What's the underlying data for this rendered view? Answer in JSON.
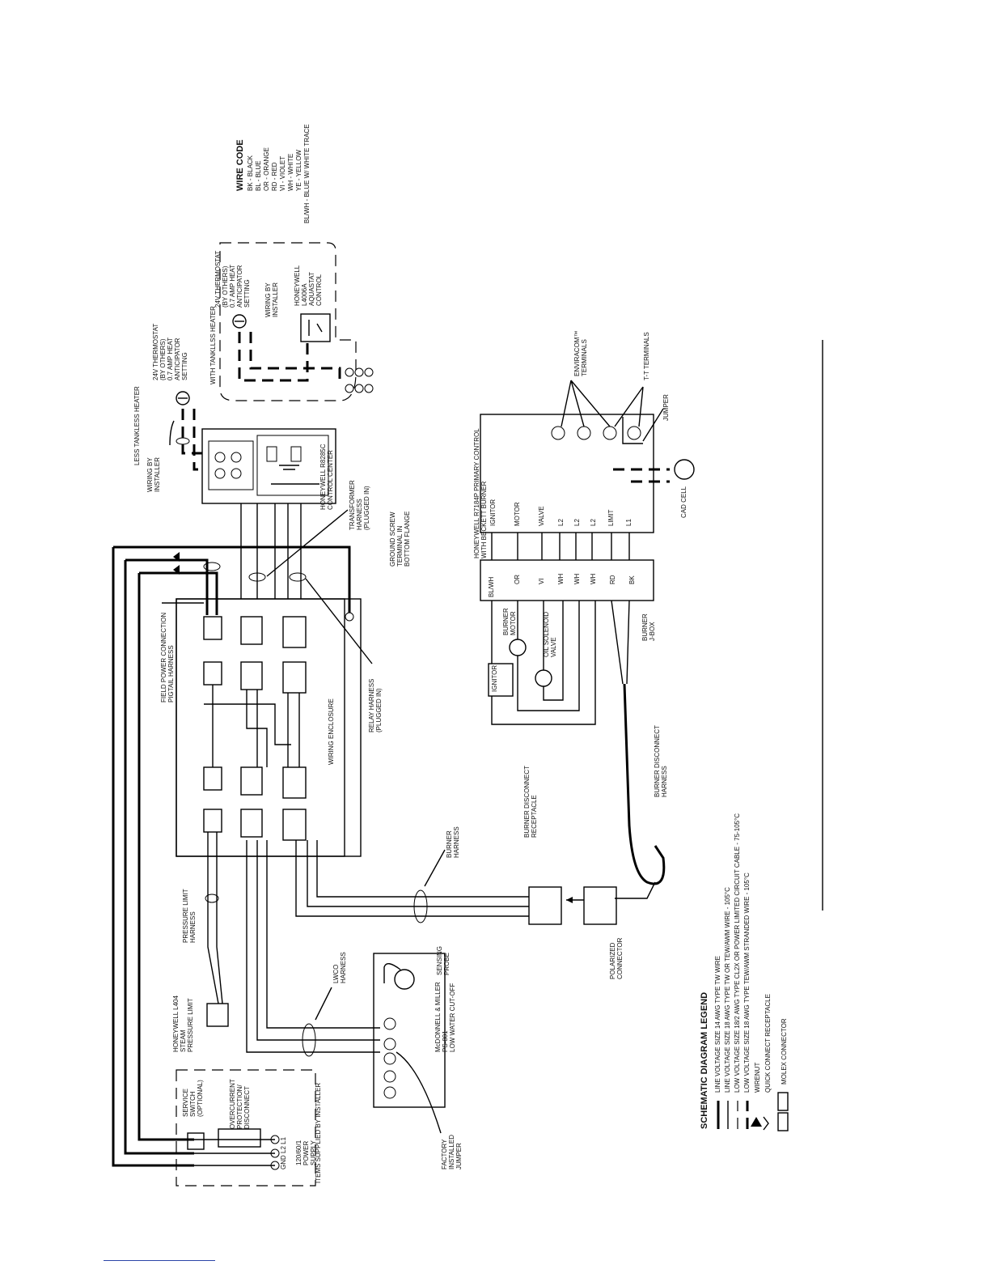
{
  "wire_code": {
    "title": "WIRE CODE",
    "entries": [
      "BK - BLACK",
      "BL - BLUE",
      "OR - ORANGE",
      "RD - RED",
      "VI - VIOLET",
      "WH - WHITE",
      "YE - YELLOW",
      "BL/WH - BLUE W/ WHITE TRACE"
    ]
  },
  "labels": {
    "less_tankless": "LESS TANKLESS HEATER",
    "with_tankless": "WITH TANKLLSS HEATER",
    "thermostat_1": [
      "24V THERMOSTAT",
      "(BY OTHERS)",
      "0.7 AMP HEAT",
      "ANTICIPATOR",
      "SETTING"
    ],
    "thermostat_2": [
      "24V THERMOSTAT",
      "(BY OTHERS)",
      "0.7 AMP HEAT",
      "ANTICIPATOR",
      "SETTING"
    ],
    "wiring_by_installer_1": [
      "WIRING BY",
      "INSTALLER"
    ],
    "wiring_by_installer_2": [
      "WIRING BY",
      "INSTALLER"
    ],
    "aquastat": [
      "HONEYWELL",
      "L4006A",
      "AQUASTAT",
      "CONTROL"
    ],
    "control_center": [
      "HONEYWELL R8285C",
      "CONTROL CENTER"
    ],
    "transformer_harness": [
      "TRANSFORMER",
      "HARNESS",
      "(PLUGGED IN)"
    ],
    "ground_screw": [
      "GROUND SCREW",
      "TERMINAL IN",
      "BOTTOM FLANGE"
    ],
    "field_power": [
      "FIELD POWER CONNECTION",
      "PIGTAIL HARNESS"
    ],
    "relay_harness": [
      "RELAY HARNESS",
      "(PLUGGED IN)"
    ],
    "wiring_enclosure": "WIRING ENCLOSURE",
    "primary_control": [
      "HONEYWELL R7184P PRIMARY CONTROL",
      "WITH BECKETT BURNER"
    ],
    "burner_jbox": [
      "BURNER",
      "J-BOX"
    ],
    "enviracom": [
      "ENVIRACOM™",
      "TERMINALS"
    ],
    "tt_terminals": "T-T TERMINALS",
    "jumper": "JUMPER",
    "cad_cell": "CAD CELL",
    "ignitor": "IGNITOR",
    "burner_motor": [
      "BURNER",
      "MOTOR"
    ],
    "oil_valve": [
      "OIL SOLENOID",
      "VALVE"
    ],
    "burner_disconnect_harness": [
      "BURNER DISCONNECT",
      "HARNESS"
    ],
    "burner_disconnect_receptacle": [
      "BURNER DISCONNECT",
      "RECEPTACLE"
    ],
    "burner_harness": [
      "BURNER",
      "HARNESS"
    ],
    "polarized_connector": [
      "POLARIZED",
      "CONNECTOR"
    ],
    "pressure_limit_harness": [
      "PRESSURE LIMIT",
      "HARNESS"
    ],
    "pressure_limit": [
      "HONEYWELL L404",
      "STEAM",
      "PRESSURE LIMIT"
    ],
    "lwco_harness": [
      "LWCO",
      "HARNESS"
    ],
    "sensing_probe": [
      "SENSING",
      "PROBE"
    ],
    "lwco": [
      "McDONNELL & MILLER",
      "PS-801",
      "LOW WATER CUT-OFF"
    ],
    "factory_jumper": [
      "FACTORY",
      "INSTALLED",
      "JUMPER"
    ],
    "service_switch": [
      "SERVICE",
      "SWITCH",
      "(OPTIONAL)"
    ],
    "overcurrent": [
      "OVERCURRENT",
      "PROTECTION/",
      "DISCONNECT"
    ],
    "power_supply": [
      "120/60/1",
      "POWER",
      "SUPPLY"
    ],
    "power_terminals": "GND L2 L1",
    "items_supplied": "ITEMS SUPPLIED BY INSTALLER"
  },
  "primary_terminals": [
    "IGNITOR",
    "MOTOR",
    "VALVE",
    "L2",
    "L2",
    "L2",
    "LIMIT",
    "L1"
  ],
  "jbox_wires": [
    "BL/WH",
    "OR",
    "VI",
    "WH",
    "WH",
    "WH",
    "RD",
    "BK"
  ],
  "legend": {
    "title": "SCHEMATIC DIAGRAM LEGEND",
    "items": [
      "LINE VOLTAGE SIZE 14 AWG TYPE TW WIRE",
      "LINE VOLTAGE SIZE 18 AWG TYPE TW OR TEW/AWM WIRE - 105°C",
      "LOW VOLTAGE SIZE 18/2 AWG TYPE CL2X OR POWER LIMITED CIRCUIT CABLE - 75-105°C",
      "LOW VOLTAGE SIZE 18 AWG TYPE TEW/AWM STRANDED WIRE - 105°C",
      "WIRENUT",
      "QUICK CONNECT RECEPTACLE",
      "MOLEX CONNECTOR"
    ]
  }
}
